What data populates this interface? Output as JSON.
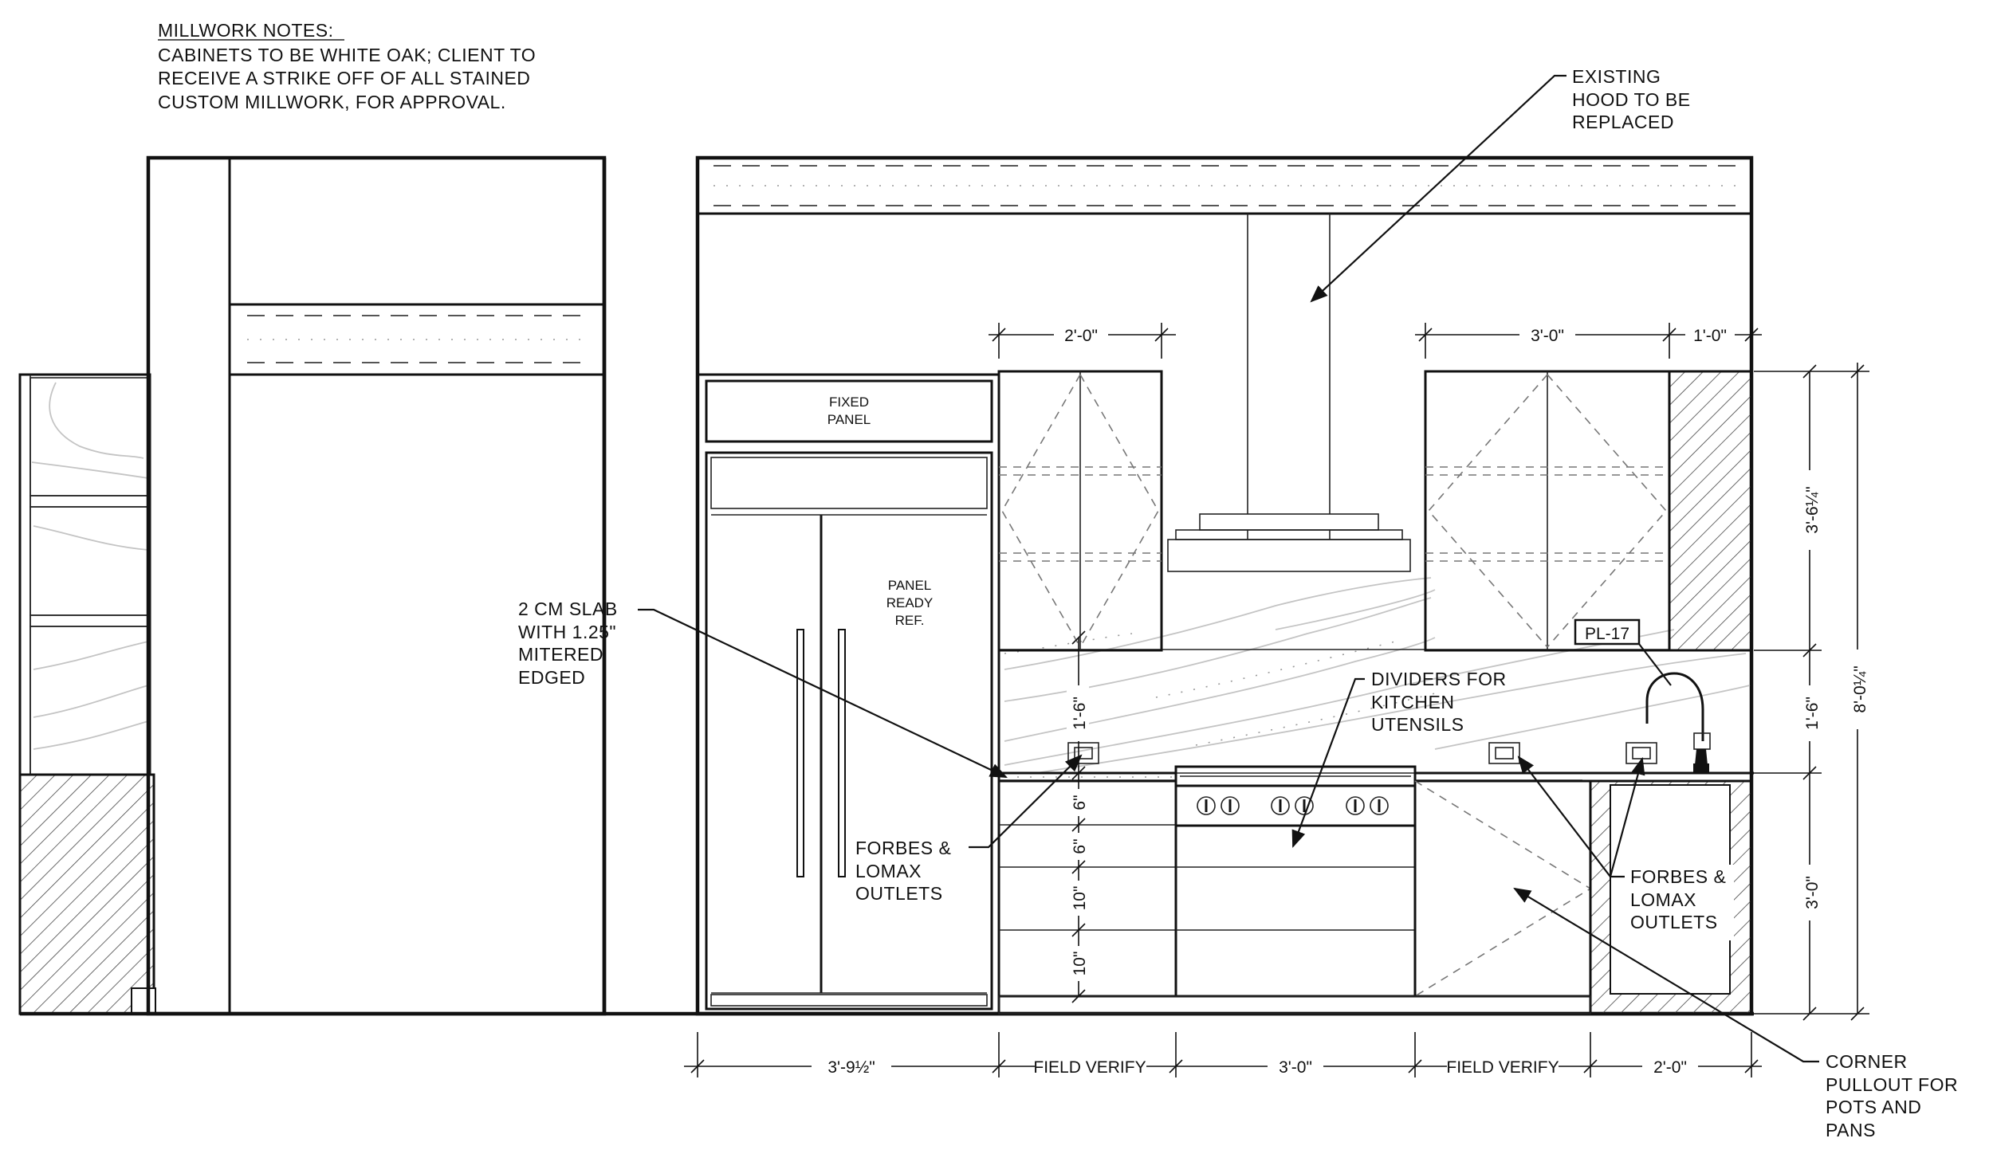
{
  "notes": {
    "title": "MILLWORK NOTES:",
    "line1": "CABINETS TO BE WHITE OAK; CLIENT TO",
    "line2": "RECEIVE A STRIKE OFF OF ALL STAINED",
    "line3": "CUSTOM MILLWORK, FOR  APPROVAL."
  },
  "callouts": {
    "hood": [
      "EXISTING",
      "HOOD TO BE",
      "REPLACED"
    ],
    "slab": [
      "2 CM SLAB",
      "WITH 1.25\"",
      "MITERED",
      "EDGED"
    ],
    "outlets_left": [
      "FORBES &",
      "LOMAX",
      "OUTLETS"
    ],
    "dividers": [
      "DIVIDERS FOR",
      "KITCHEN",
      "UTENSILS"
    ],
    "outlets_right": [
      "FORBES &",
      "LOMAX",
      "OUTLETS"
    ],
    "corner": [
      "CORNER",
      "PULLOUT FOR",
      "POTS AND",
      "PANS"
    ]
  },
  "labels": {
    "fixed_panel": [
      "FIXED",
      "PANEL"
    ],
    "ref": [
      "PANEL",
      "READY",
      "REF."
    ],
    "plumbing_tag": "PL-17"
  },
  "dimensions": {
    "top_left_cab": "2'-0\"",
    "top_right_cab": "3'-0\"",
    "top_right_end": "1'-0\"",
    "right_upper": "3'-6¼\"",
    "right_mid": "1'-6\"",
    "right_lower": "3'-0\"",
    "right_total": "8'-0¼\"",
    "backsplash": "1'-6\"",
    "drawer1": "6\"",
    "drawer2": "6\"",
    "drawer3": "10\"",
    "drawer4": "10\"",
    "bottom_ref": "3'-9½\"",
    "bottom_fv1": "FIELD VERIFY",
    "bottom_range": "3'-0\"",
    "bottom_fv2": "FIELD VERIFY",
    "bottom_end": "2'-0\""
  }
}
